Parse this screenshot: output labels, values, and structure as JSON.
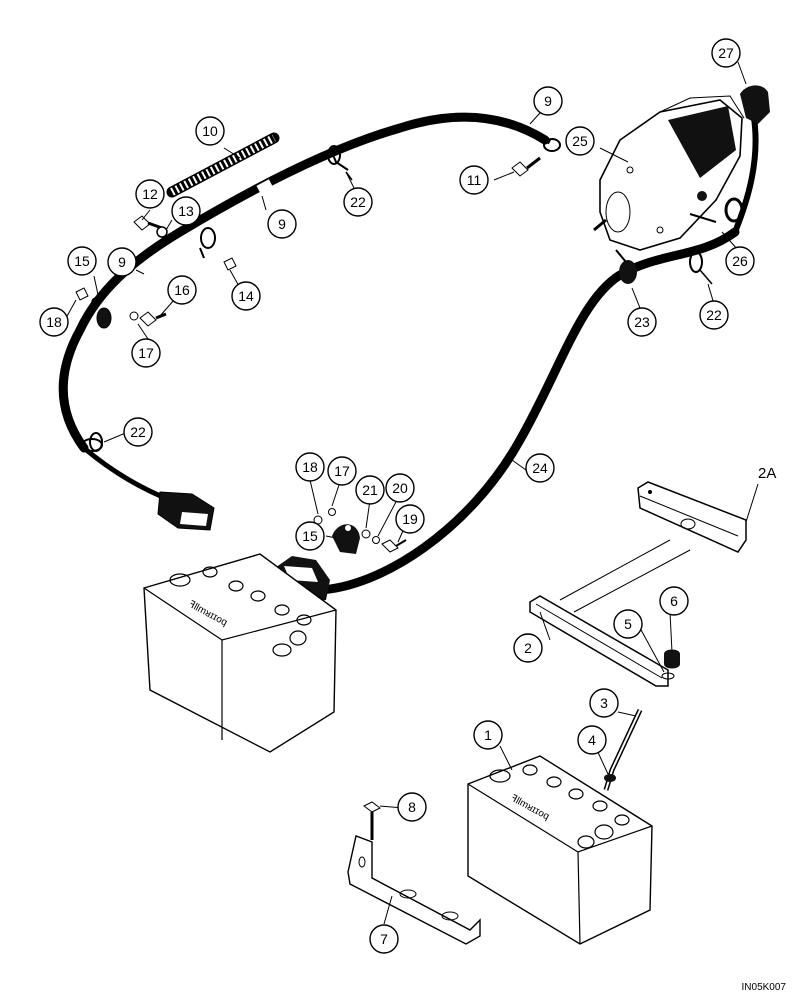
{
  "diagram": {
    "image_code": "IN05K007",
    "bare_label": "2A",
    "callouts": [
      {
        "id": "c27",
        "label": "27"
      },
      {
        "id": "c9a",
        "label": "9"
      },
      {
        "id": "c10",
        "label": "10"
      },
      {
        "id": "c25",
        "label": "25"
      },
      {
        "id": "c11",
        "label": "11"
      },
      {
        "id": "c22a",
        "label": "22"
      },
      {
        "id": "c12",
        "label": "12"
      },
      {
        "id": "c13",
        "label": "13"
      },
      {
        "id": "c9b",
        "label": "9"
      },
      {
        "id": "c15a",
        "label": "15"
      },
      {
        "id": "c9c",
        "label": "9"
      },
      {
        "id": "c14",
        "label": "14"
      },
      {
        "id": "c16",
        "label": "16"
      },
      {
        "id": "c26",
        "label": "26"
      },
      {
        "id": "c18a",
        "label": "18"
      },
      {
        "id": "c17a",
        "label": "17"
      },
      {
        "id": "c23",
        "label": "23"
      },
      {
        "id": "c22b",
        "label": "22"
      },
      {
        "id": "c22c",
        "label": "22"
      },
      {
        "id": "c24",
        "label": "24"
      },
      {
        "id": "c18b",
        "label": "18"
      },
      {
        "id": "c17b",
        "label": "17"
      },
      {
        "id": "c21",
        "label": "21"
      },
      {
        "id": "c20",
        "label": "20"
      },
      {
        "id": "c19",
        "label": "19"
      },
      {
        "id": "c15b",
        "label": "15"
      },
      {
        "id": "c6",
        "label": "6"
      },
      {
        "id": "c5",
        "label": "5"
      },
      {
        "id": "c2",
        "label": "2"
      },
      {
        "id": "c3",
        "label": "3"
      },
      {
        "id": "c1",
        "label": "1"
      },
      {
        "id": "c4",
        "label": "4"
      },
      {
        "id": "c8",
        "label": "8"
      },
      {
        "id": "c7",
        "label": "7"
      }
    ]
  }
}
